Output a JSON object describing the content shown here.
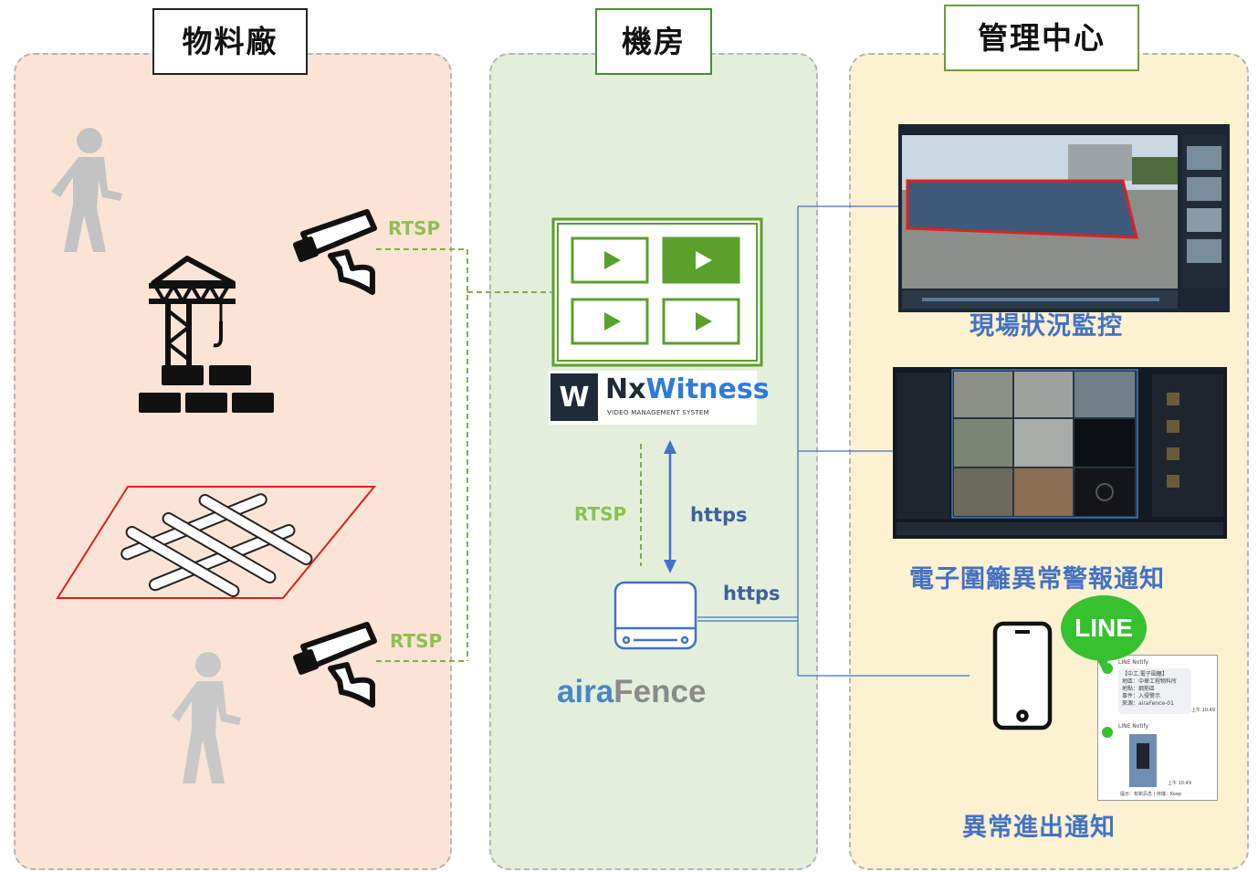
{
  "zones": {
    "factory": {
      "title": "物料廠"
    },
    "machine_room": {
      "title": "機房"
    },
    "management": {
      "title": "管理中心"
    }
  },
  "labels": {
    "rtsp_camera_top": "RTSP",
    "rtsp_camera_bottom": "RTSP",
    "rtsp_vertical": "RTSP",
    "https_vertical": "https",
    "https_horizontal": "https"
  },
  "nx_witness": {
    "logo_mark": "W",
    "name_part1": "Nx",
    "name_part2": "Witness",
    "subtitle": "VIDEO MANAGEMENT SYSTEM"
  },
  "aira_fence": {
    "part1": "aira",
    "part2": "Fence"
  },
  "captions": {
    "live_monitor": "現場狀況監控",
    "fence_alarm": "電子圍籬異常警報通知",
    "entry_notice": "異常進出通知"
  },
  "line_badge": "LINE",
  "line_chat": {
    "sender1": "LINE Notify",
    "msg_lines": [
      "【中工.電子圍籬】",
      "地區：中華工程物料所",
      "地點：鋼筋區",
      "事件：入侵警示",
      "來源：airaFence-01"
    ],
    "time1": "上午 10:49",
    "sender2": "LINE Notify",
    "time2": "上午 10:49",
    "footer": "提示：有新訊息 | 存擋：Keep"
  },
  "colors": {
    "factory_bg": "#fbe4d6",
    "machine_bg": "#e3efda",
    "center_bg": "#fcf1d0",
    "rtsp_green": "#8cc152",
    "https_blue": "#4472c4",
    "nx_green": "#5aa02c",
    "line_green": "#37c12f"
  },
  "icons": [
    "walking-person-icon",
    "tower-crane-icon",
    "rebar-icon",
    "cctv-camera-icon",
    "video-grid-icon",
    "nvr-box-icon",
    "smartphone-icon"
  ]
}
